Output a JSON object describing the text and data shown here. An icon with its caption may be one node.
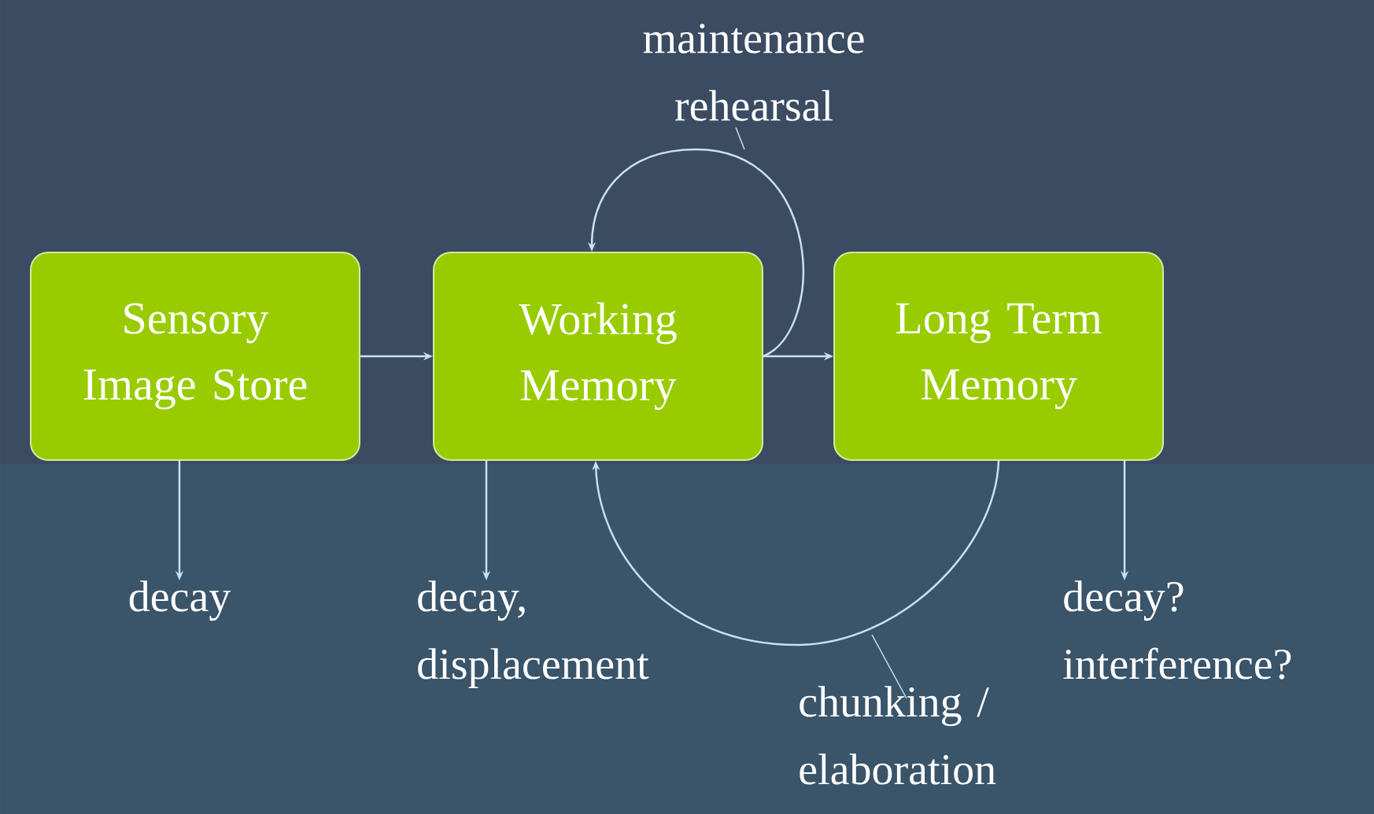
{
  "diagram": {
    "nodes": [
      {
        "text": [
          "Sensory Image Store"
        ]
      },
      {
        "text": [
          "Working Memory"
        ]
      },
      {
        "text": [
          "Long Term Memory"
        ]
      },
      {
        "text": [
          "decay"
        ]
      },
      {
        "text": [
          "decay, displacement"
        ]
      },
      {
        "text": [
          "decay? interference?"
        ]
      }
    ],
    "edges": [
      {
        "from": 0,
        "to": 1,
        "arrow": "to"
      },
      {
        "from": 1,
        "to": 2,
        "arrow": "to"
      },
      {
        "from": 1,
        "to": 1,
        "arrow": "to",
        "label": "maintenance rehearsal"
      },
      {
        "from": 2,
        "to": 1,
        "arrow": "to",
        "label": "chunking / elaboration"
      },
      {
        "from": 0,
        "to": 3,
        "arrow": "to"
      },
      {
        "from": 1,
        "to": 4,
        "arrow": "to"
      },
      {
        "from": 2,
        "to": 5,
        "arrow": "to"
      }
    ]
  }
}
